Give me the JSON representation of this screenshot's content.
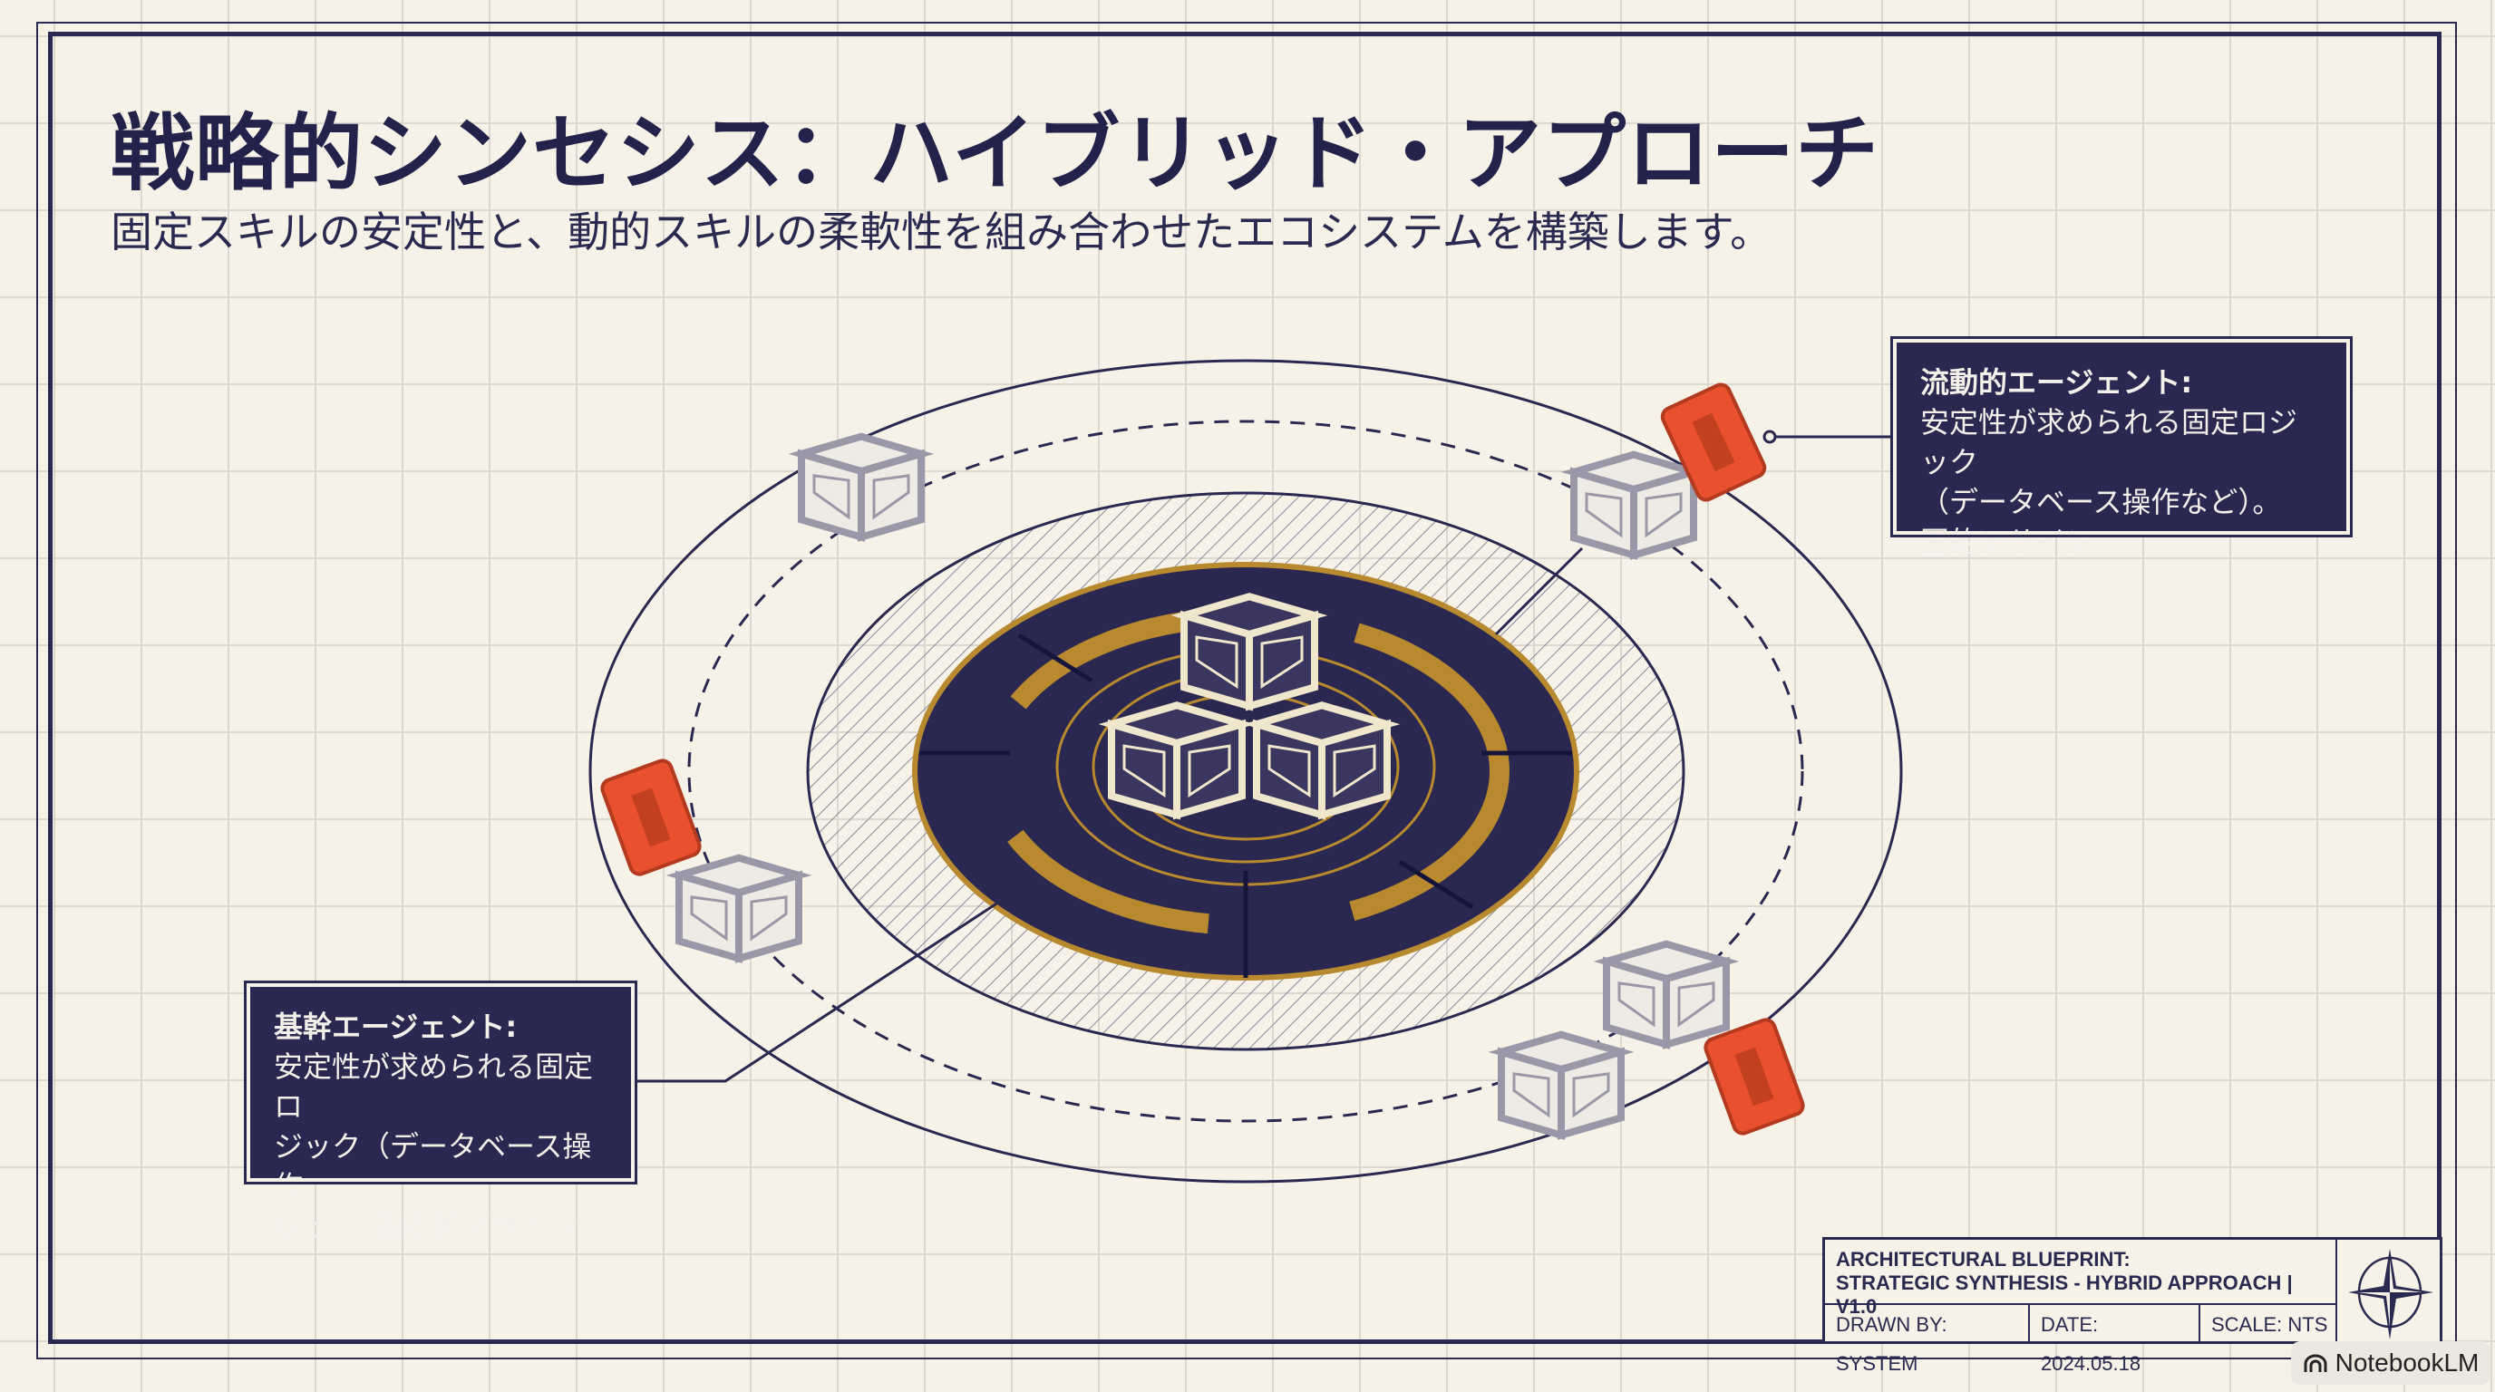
{
  "header": {
    "title": "戦略的シンセシス：ハイブリッド・アプローチ",
    "subtitle": "固定スキルの安定性と、動的スキルの柔軟性を組み合わせたエコシステムを構築します。"
  },
  "callouts": {
    "right": {
      "heading": "流動的エージェント:",
      "lines": [
        "安定性が求められる固定ロジック",
        "（データベース操作など）。",
        "固的アサイン。"
      ]
    },
    "left": {
      "heading": "基幹エージェント:",
      "lines": [
        "安定性が求められる固定ロ",
        "ジック（データベース操作",
        "など）。固定的アサイン。"
      ]
    }
  },
  "title_block": {
    "line1": "ARCHITECTURAL BLUEPRINT:",
    "line2": "STRATEGIC SYNTHESIS - HYBRID APPROACH | V1.0",
    "drawn_by": "DRAWN BY: SYSTEM",
    "date": "DATE: 2024.05.18",
    "scale": "SCALE: NTS",
    "icon": "compass-star-icon"
  },
  "watermark": {
    "label": "NotebookLM",
    "icon": "notebooklm-logo-icon"
  },
  "colors": {
    "navy": "#2a2850",
    "gold": "#b8892e",
    "accent_red": "#e8502e",
    "paper": "#f6f2e8",
    "cube_gray": "#9a98a8"
  }
}
